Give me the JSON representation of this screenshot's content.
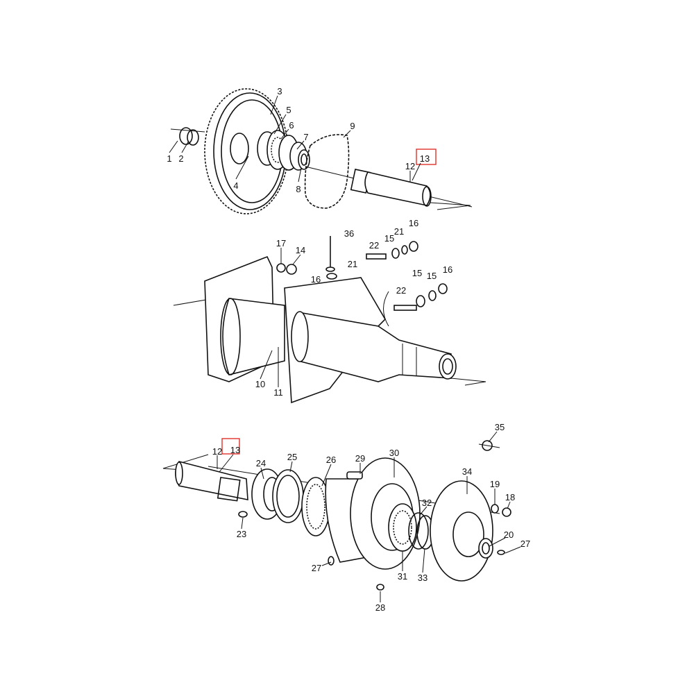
{
  "diagram": {
    "title": "Rear axle, final drive and wheel hub – exploded parts view",
    "highlight_color": "#e0312b",
    "highlighted_part": "13",
    "groups": [
      {
        "name": "final-drive-gear-assembly",
        "callouts": [
          "1",
          "2",
          "3",
          "4",
          "5",
          "6",
          "7",
          "8",
          "9",
          "12",
          "13"
        ]
      },
      {
        "name": "axle-housing",
        "callouts": [
          "36",
          "17",
          "14",
          "22",
          "15",
          "21",
          "16",
          "21",
          "16",
          "15",
          "15",
          "16",
          "22",
          "10",
          "11"
        ]
      },
      {
        "name": "wheel-hub-assembly",
        "callouts": [
          "35",
          "12",
          "13",
          "24",
          "25",
          "26",
          "29",
          "30",
          "34",
          "19",
          "18",
          "32",
          "20",
          "27",
          "23",
          "27",
          "31",
          "33",
          "28"
        ]
      }
    ]
  }
}
